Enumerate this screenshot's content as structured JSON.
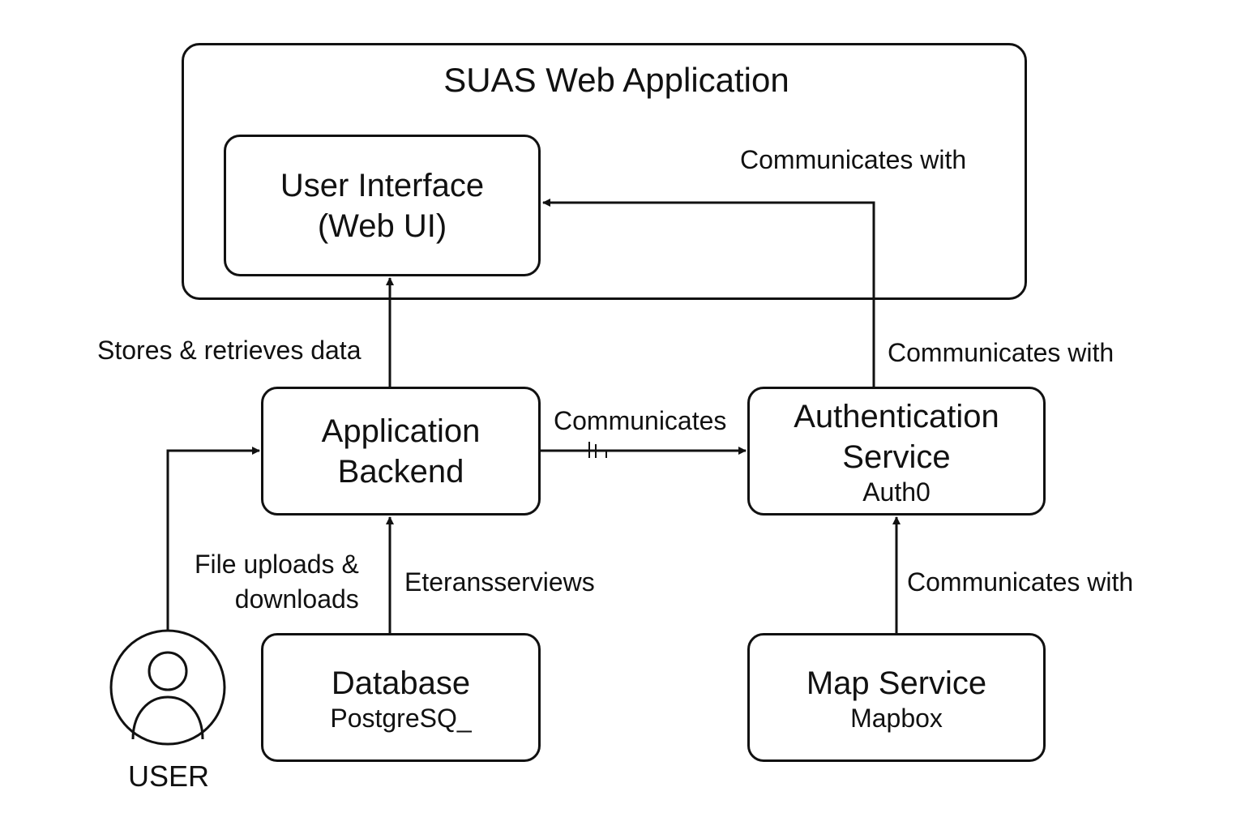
{
  "diagram": {
    "container": {
      "title": "SUAS Web Application"
    },
    "nodes": {
      "ui": {
        "title": "User Interface\n(Web UI)",
        "subtitle": ""
      },
      "backend": {
        "title": "Application\nBackend",
        "subtitle": ""
      },
      "auth": {
        "title": "Authentication\nService",
        "subtitle": "Auth0"
      },
      "database": {
        "title": "Database",
        "subtitle": "PostgreSQ_"
      },
      "map": {
        "title": "Map Service",
        "subtitle": "Mapbox"
      },
      "user": {
        "label": "USER"
      }
    },
    "edges": {
      "auth_to_ui": "Communicates with",
      "backend_to_ui": "Stores & retrieves data",
      "auth_container": "Communicates with",
      "backend_to_auth": "Communicates",
      "user_to_backend": "File uploads &\ndownloads",
      "db_to_backend": "Eteransserviews",
      "map_to_auth": "Communicates with"
    }
  }
}
